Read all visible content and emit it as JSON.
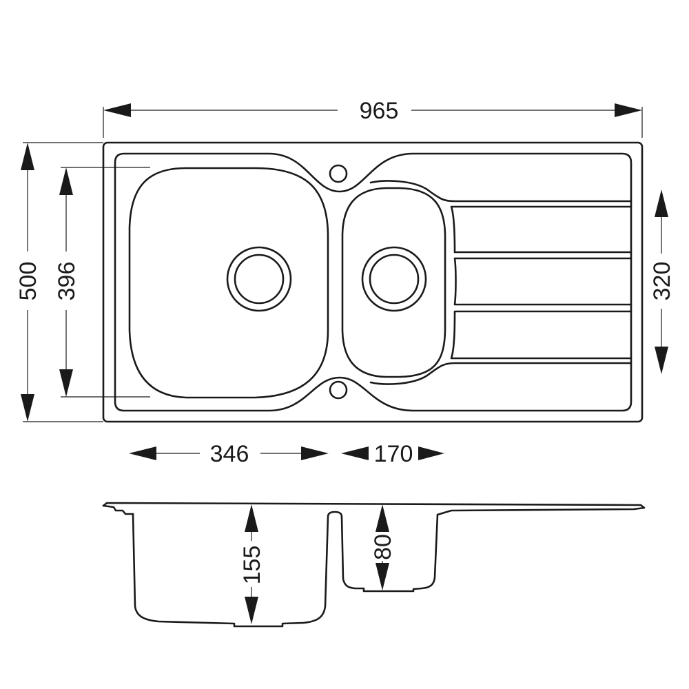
{
  "dimensions": {
    "overall_width": "965",
    "overall_depth": "500",
    "main_bowl_depth": "396",
    "drainer_depth": "320",
    "main_bowl_width": "346",
    "half_bowl_width": "170",
    "main_bowl_height": "155",
    "half_bowl_height": "80"
  },
  "colors": {
    "line": "#1a1a1a",
    "background": "#ffffff"
  }
}
